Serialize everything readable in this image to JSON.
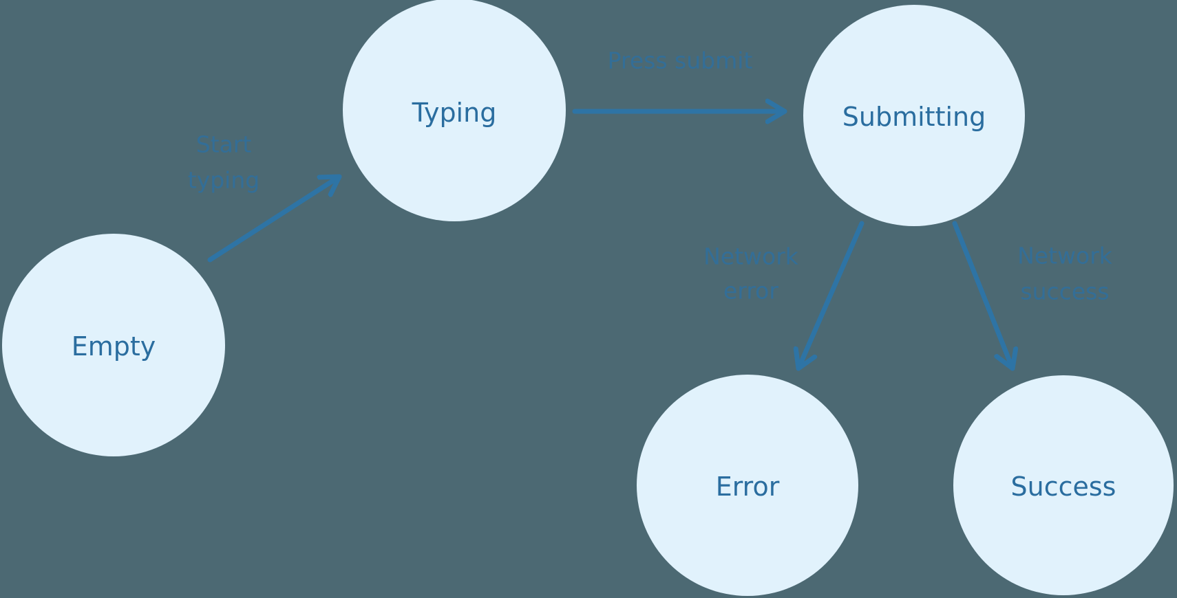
{
  "diagram": {
    "type": "state-machine",
    "colors": {
      "background": "#4C6973",
      "node_fill": "#E1F2FC",
      "node_text": "#2A6D9F",
      "edge": "#2E74A5",
      "edge_label": "#2E70A0"
    },
    "nodes": [
      {
        "id": "empty",
        "label": "Empty"
      },
      {
        "id": "typing",
        "label": "Typing"
      },
      {
        "id": "submitting",
        "label": "Submitting"
      },
      {
        "id": "error",
        "label": "Error"
      },
      {
        "id": "success",
        "label": "Success"
      }
    ],
    "edges": [
      {
        "from": "empty",
        "to": "typing",
        "label": "Start typing",
        "lines": [
          "Start",
          "typing"
        ]
      },
      {
        "from": "typing",
        "to": "submitting",
        "label": "Press submit",
        "lines": [
          "Press submit"
        ]
      },
      {
        "from": "submitting",
        "to": "error",
        "label": "Network error",
        "lines": [
          "Network",
          "error"
        ]
      },
      {
        "from": "submitting",
        "to": "success",
        "label": "Network success",
        "lines": [
          "Network",
          "success"
        ]
      }
    ]
  }
}
